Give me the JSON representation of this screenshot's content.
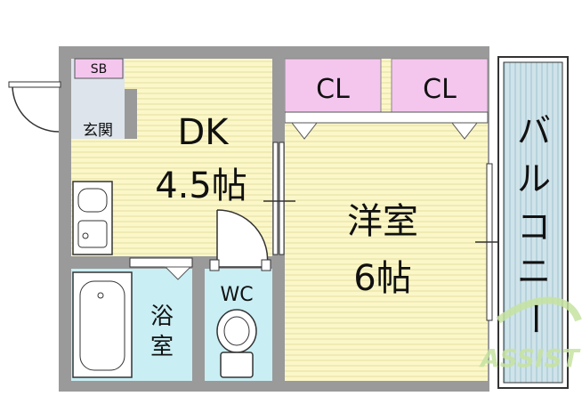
{
  "floor_plan": {
    "rooms": {
      "dk": {
        "name": "DK",
        "size": "4.5帖"
      },
      "western": {
        "name": "洋室",
        "size": "6帖"
      },
      "bath": {
        "line1": "浴",
        "line2": "室"
      },
      "wc": {
        "name": "WC"
      },
      "entrance": {
        "name": "玄関"
      },
      "shoe_box": {
        "name": "SB"
      },
      "closet_left": {
        "name": "CL"
      },
      "closet_right": {
        "name": "CL"
      },
      "balcony": {
        "chars": [
          "バ",
          "ル",
          "コ",
          "ニ",
          "ー"
        ]
      }
    },
    "colors": {
      "dk_floor": "#fbf7c8",
      "western_floor": "#fbf7c8",
      "bath_floor": "#c9eef4",
      "closet": "#f4c6ee",
      "balcony": "#cfe3ea",
      "wall": "#8c8c8c",
      "logo": "#c6e3a0"
    },
    "logo": {
      "text": "ASSIST"
    }
  }
}
